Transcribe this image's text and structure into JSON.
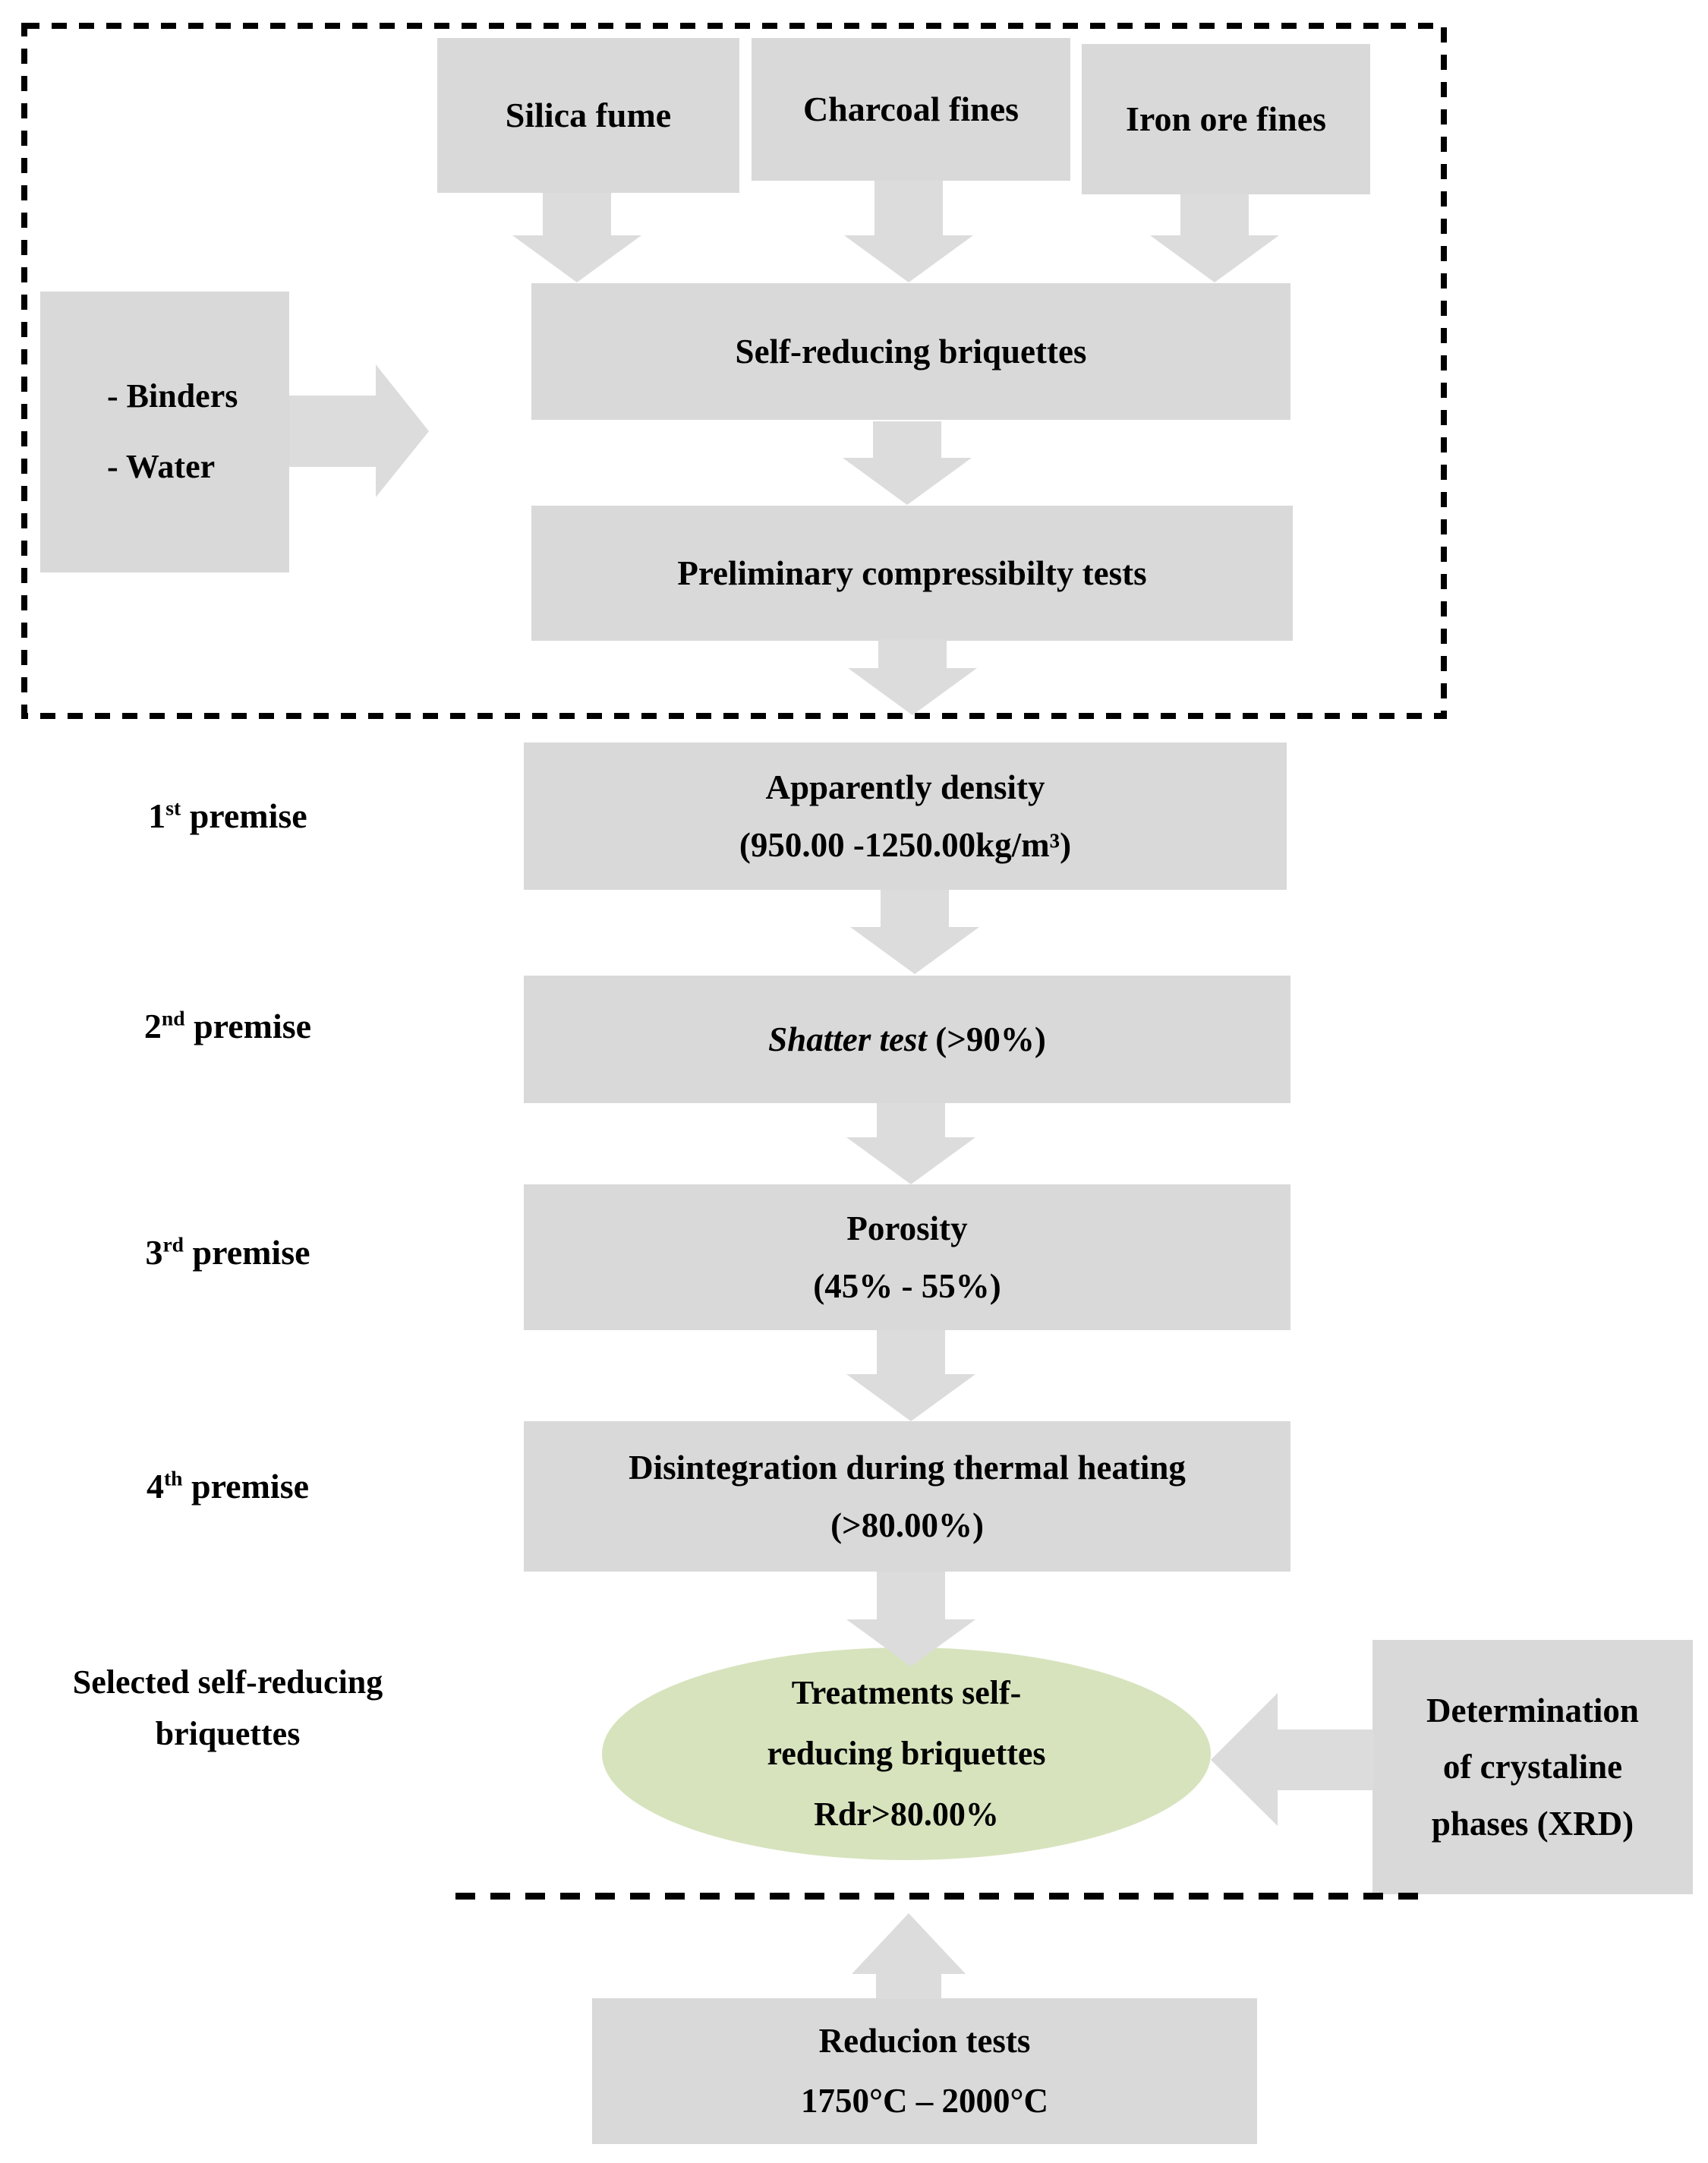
{
  "colors": {
    "box_fill": "#d9d9d9",
    "arrow_fill": "#dcdcdc",
    "ellipse_fill": "#d7e3bd",
    "line": "#000000"
  },
  "sources": [
    {
      "label": "Silica fume"
    },
    {
      "label": "Charcoal fines"
    },
    {
      "label": "Iron ore fines"
    }
  ],
  "additives": {
    "line1": "- Binders",
    "line2": "- Water"
  },
  "briquettes": {
    "label": "Self-reducing briquettes"
  },
  "compressibility": {
    "label": "Preliminary compressibilty tests"
  },
  "premises": {
    "p1": {
      "num": "1",
      "ord": "st",
      "rest": " premise",
      "line1": "Apparently density",
      "line2": "(950.00 -1250.00kg/m³)"
    },
    "p2": {
      "num": "2",
      "ord": "nd",
      "rest": " premise",
      "italic": "Shatter test",
      "suffix": " (>90%)"
    },
    "p3": {
      "num": "3",
      "ord": "rd",
      "rest": " premise",
      "line1": "Porosity",
      "line2": "(45% - 55%)"
    },
    "p4": {
      "num": "4",
      "ord": "th",
      "rest": " premise",
      "line1": "Disintegration during thermal heating",
      "line2": "(>80.00%)"
    }
  },
  "selected": {
    "line1": "Selected self-reducing",
    "line2": "briquettes"
  },
  "treatments": {
    "line1": "Treatments self-",
    "line2": "reducing briquettes",
    "line3": "Rdr>80.00%"
  },
  "xrd": {
    "line1": "Determination",
    "line2": "of crystaline",
    "line3": "phases (XRD)"
  },
  "reduction": {
    "line1": "Reducion tests",
    "line2": "1750°C – 2000°C"
  }
}
